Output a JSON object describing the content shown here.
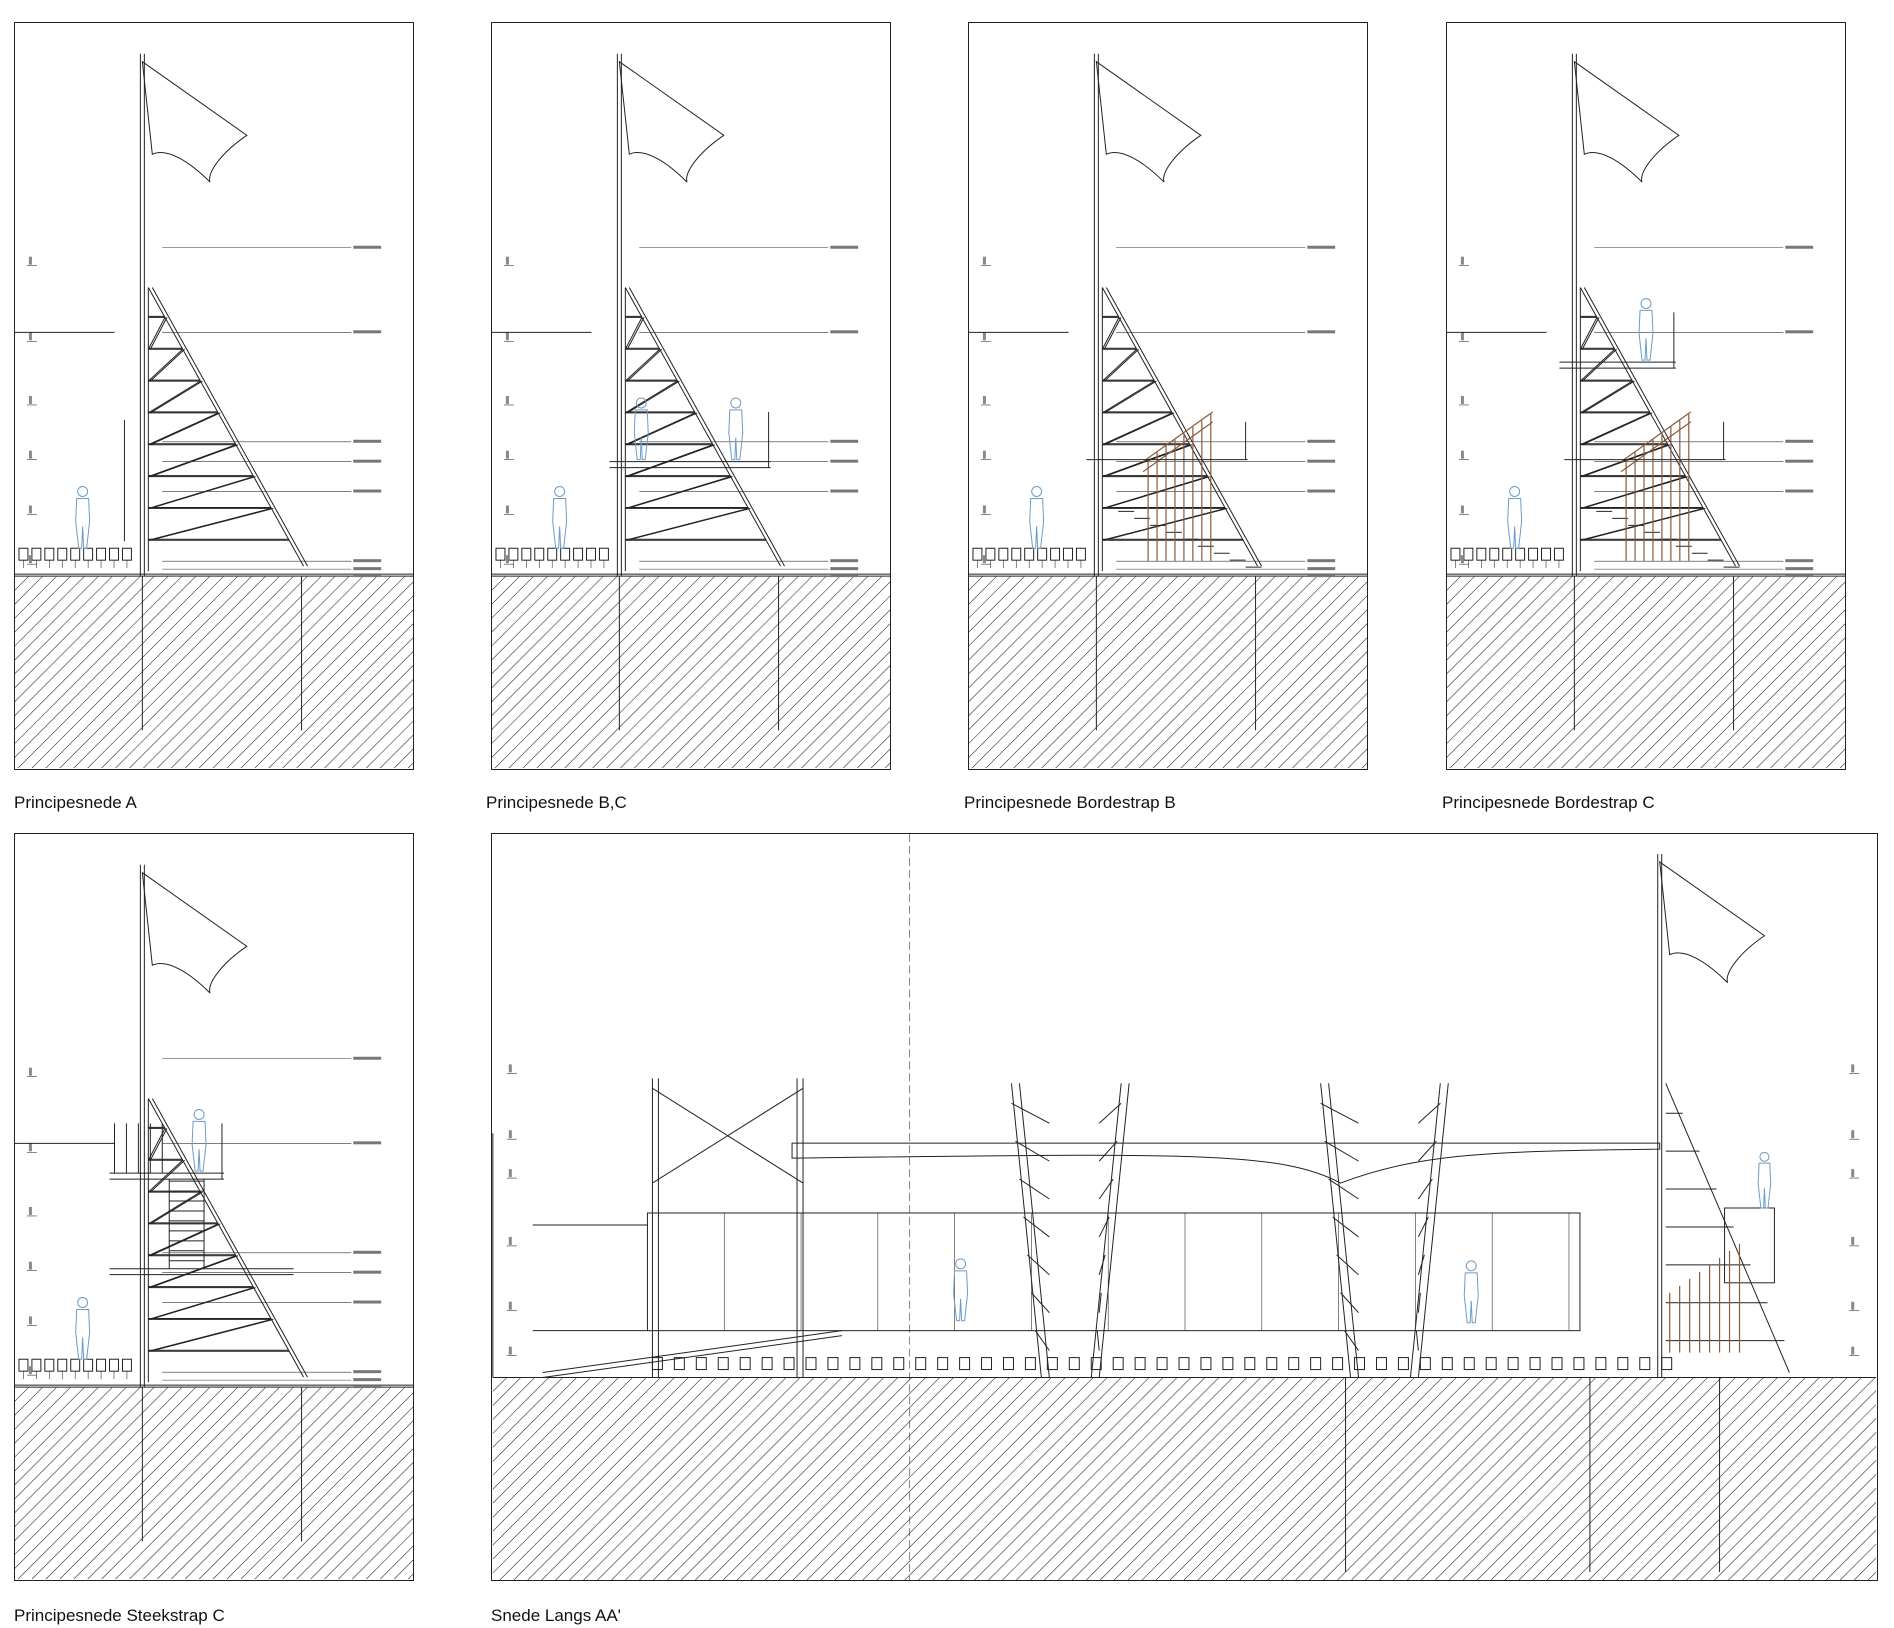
{
  "panels": [
    {
      "id": "A",
      "caption": "Principesnede A"
    },
    {
      "id": "BC",
      "caption": "Principesnede B,C"
    },
    {
      "id": "BorB",
      "caption": "Principesnede Bordestrap B"
    },
    {
      "id": "BorC",
      "caption": "Principesnede Bordestrap C"
    },
    {
      "id": "SteekC",
      "caption": "Principesnede Steekstrap C"
    },
    {
      "id": "AA",
      "caption": "Snede Langs AA'"
    }
  ],
  "colors": {
    "line": "#222222",
    "figure": "#6c9cc6",
    "stair": "#8a5a3a"
  }
}
